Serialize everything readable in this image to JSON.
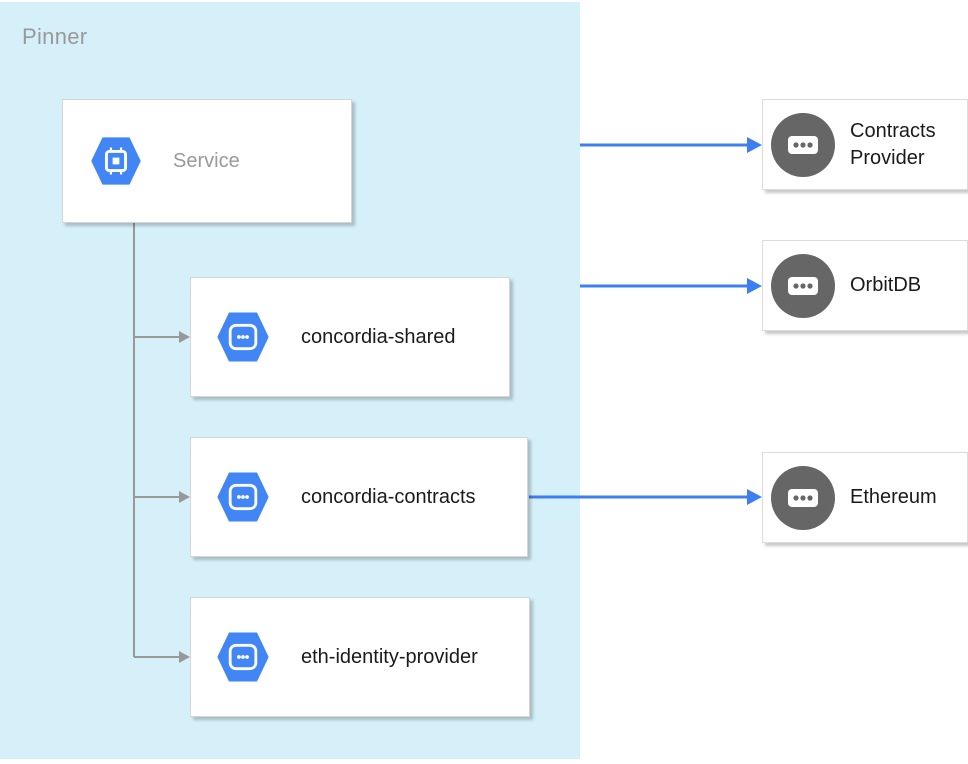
{
  "group": {
    "label": "Pinner"
  },
  "service": {
    "label": "Service"
  },
  "modules": [
    {
      "label": "concordia-shared"
    },
    {
      "label": "concordia-contracts"
    },
    {
      "label": "eth-identity-provider"
    }
  ],
  "externals": [
    {
      "label": "Contracts Provider"
    },
    {
      "label": "OrbitDB"
    },
    {
      "label": "Ethereum"
    }
  ],
  "icons": {
    "service": "chip-hexagon-icon",
    "module": "api-hexagon-icon",
    "external": "ellipsis-circle-icon"
  },
  "colors": {
    "group_bg": "#d6f0fa",
    "arrow_blue": "#3d7ef2",
    "hexagon_blue": "#4285f4",
    "circle_gray": "#666666",
    "connector_gray": "#999999",
    "muted_text": "#999999",
    "dark_text": "#1a1a1a"
  }
}
